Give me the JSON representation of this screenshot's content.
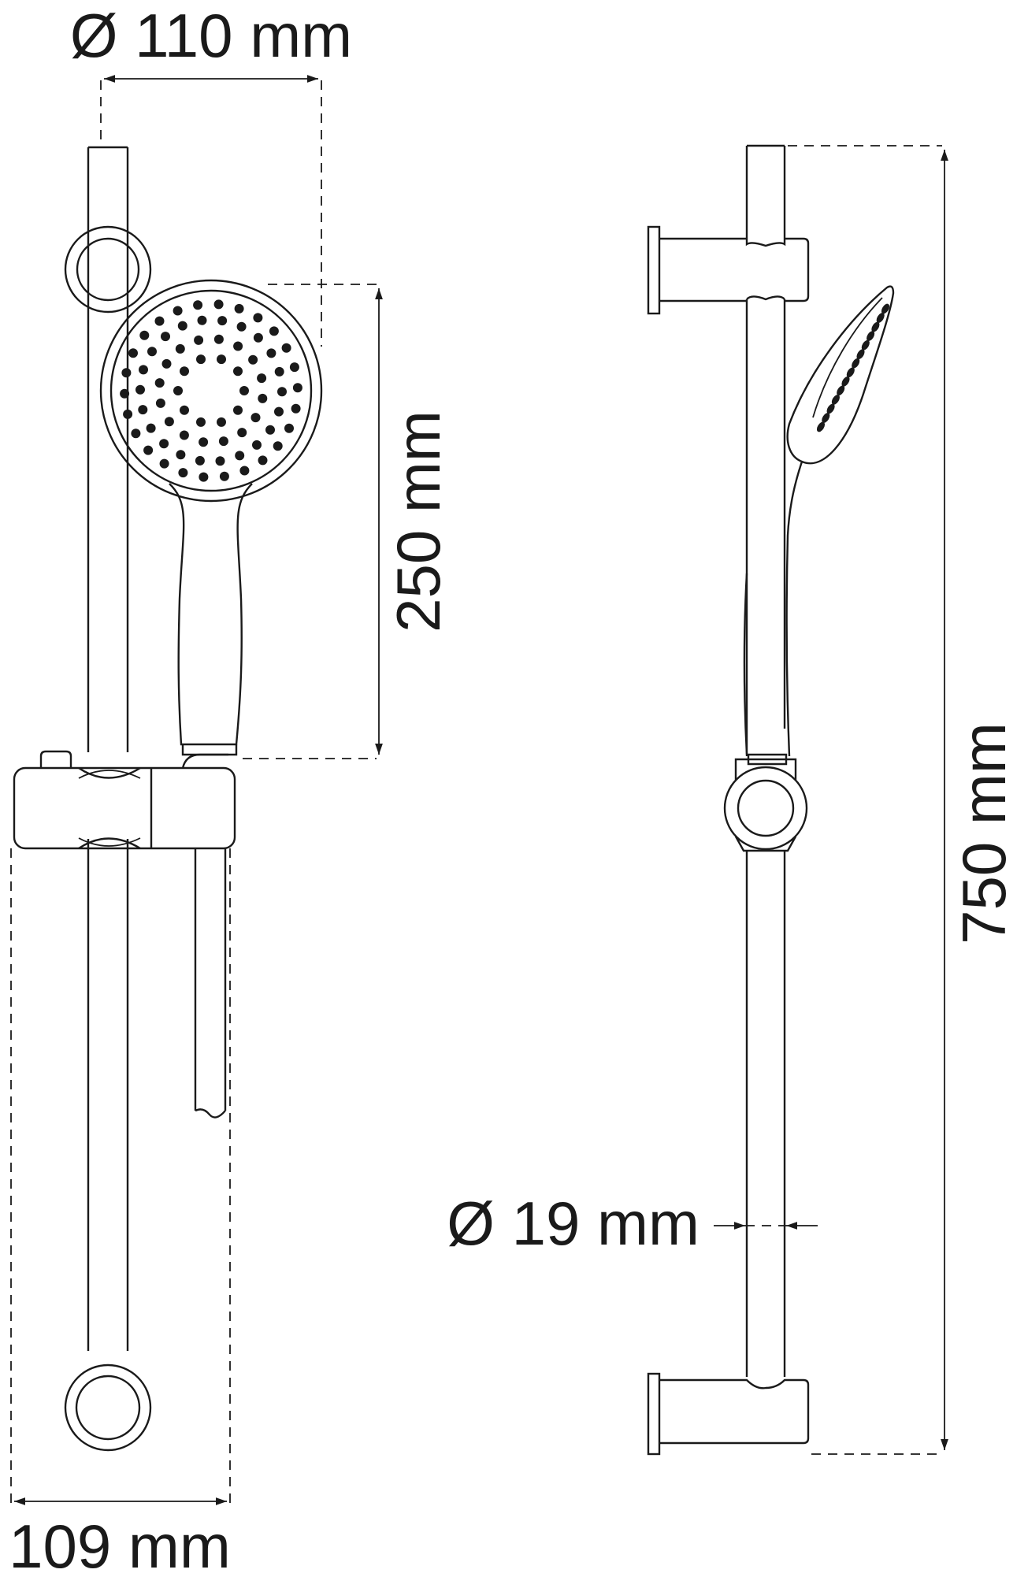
{
  "dimensions": {
    "head_diameter": "Ø 110 mm",
    "handset_length": "250 mm",
    "slider_depth": "109 mm",
    "rail_height": "750 mm",
    "rail_diameter": "Ø 19 mm"
  },
  "colors": {
    "line": "#1a1a1a",
    "background": "#ffffff"
  }
}
